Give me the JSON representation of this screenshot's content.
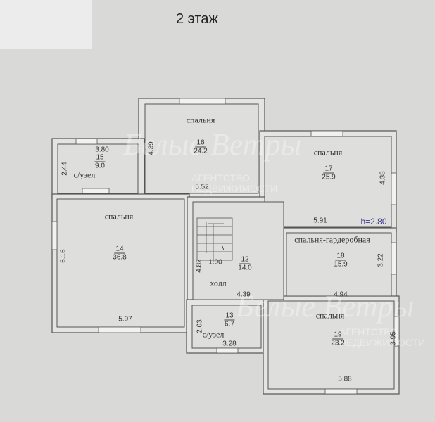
{
  "title": "2 этаж",
  "ceiling_height": "h=2.80",
  "watermark": {
    "logo": "Белые Ветры",
    "line1": "АГЕНТСТВО",
    "line2": "НЕДВИЖИМОСТИ"
  },
  "rooms": [
    {
      "name": "спальня",
      "number": "16",
      "area": "24.2",
      "dims": [
        "5.52",
        "4.39"
      ]
    },
    {
      "name": "с/узел",
      "number": "15",
      "area": "9.0",
      "dims": [
        "3.80",
        "2.44"
      ]
    },
    {
      "name": "спальня",
      "number": "17",
      "area": "25.9",
      "dims": [
        "5.91",
        "4.38"
      ]
    },
    {
      "name": "спальня",
      "number": "14",
      "area": "36.8",
      "dims": [
        "5.97",
        "6.16"
      ]
    },
    {
      "name": "холл",
      "number": "12",
      "area": "14.0",
      "dims": [
        "4.39",
        "4.82",
        "1.90"
      ]
    },
    {
      "name": "спальня-гардеробная",
      "number": "18",
      "area": "15.9",
      "dims": [
        "4.94",
        "3.22"
      ]
    },
    {
      "name": "с/узел",
      "number": "13",
      "area": "6.7",
      "dims": [
        "3.28",
        "2.03"
      ]
    },
    {
      "name": "спальня",
      "number": "19",
      "area": "23.2",
      "dims": [
        "5.88",
        "3.95"
      ]
    }
  ]
}
